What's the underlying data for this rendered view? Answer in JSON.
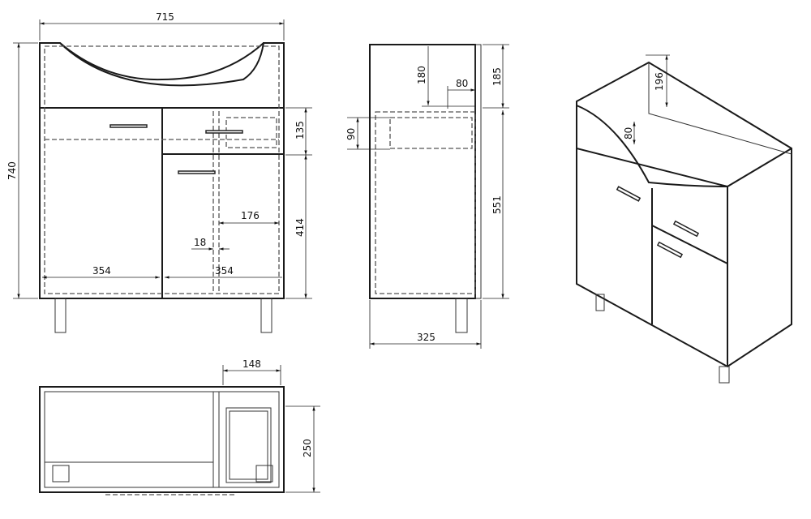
{
  "drawing": {
    "front_view": {
      "total_width": "715",
      "total_height": "740",
      "drawer_height": "135",
      "door_height": "414",
      "shelf_width": "176",
      "panel_thickness": "18",
      "left_door_width": "354",
      "right_door_width": "354"
    },
    "side_view": {
      "basin_depth": "180",
      "offset": "80",
      "top_height": "185",
      "drawer_height": "90",
      "body_height": "551",
      "depth": "325"
    },
    "plan_view": {
      "compartment_width": "148",
      "compartment_depth": "250"
    },
    "iso_view": {
      "height_top": "196",
      "offset": "80"
    }
  }
}
